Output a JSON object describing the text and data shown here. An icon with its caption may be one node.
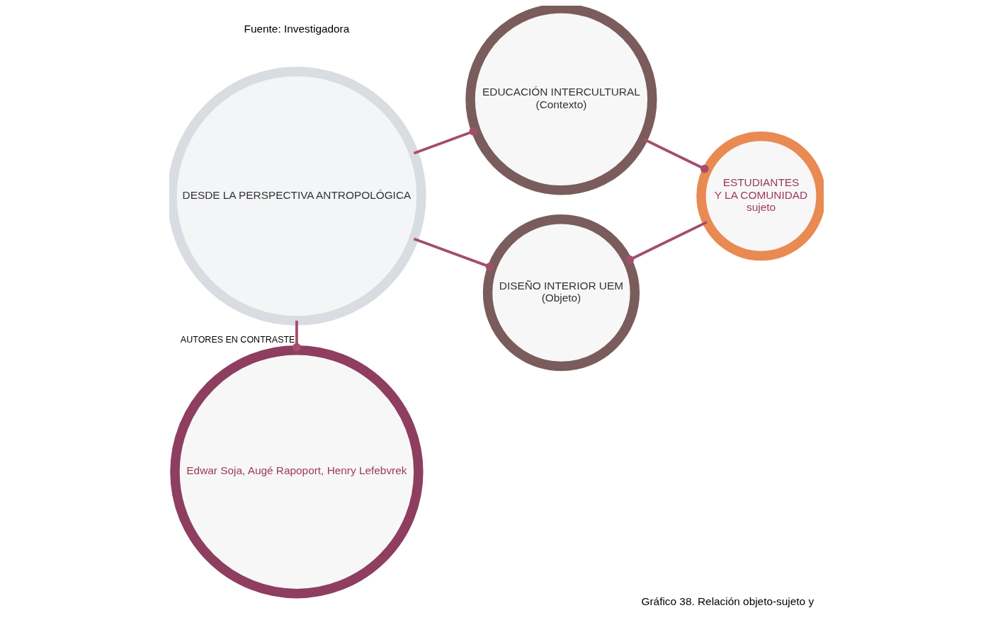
{
  "diagram": {
    "caption": "Gráfico 38. Relación objeto-sujeto y",
    "nodes": [
      {
        "text": [
          "DESDE LA PERSPECTIVA ANTROPOLÓGICA"
        ]
      },
      {
        "text": [
          "EDUCACIÓN INTERCULTURAL",
          "(Contexto)"
        ]
      },
      {
        "text": [
          "DISEÑO INTERIOR UEM",
          "(Objeto)"
        ]
      },
      {
        "text": [
          "ESTUDIANTES",
          "Y LA COMUNIDAD",
          "sujeto"
        ]
      },
      {
        "text": [
          "Edwar Soja, Augé Rapoport, Henry Lefebvrek"
        ]
      }
    ],
    "edges": [
      {
        "from": 0,
        "to": 1,
        "arrow": "other"
      },
      {
        "from": 0,
        "to": 2,
        "arrow": "other"
      },
      {
        "from": 1,
        "to": 3,
        "arrow": "other"
      },
      {
        "from": 3,
        "to": 2,
        "arrow": "other"
      },
      {
        "from": 0,
        "to": 4,
        "arrow": "other",
        "label": "AUTORES EN CONTRASTE"
      }
    ],
    "labels": [
      "Fuente: Investigadora"
    ]
  }
}
